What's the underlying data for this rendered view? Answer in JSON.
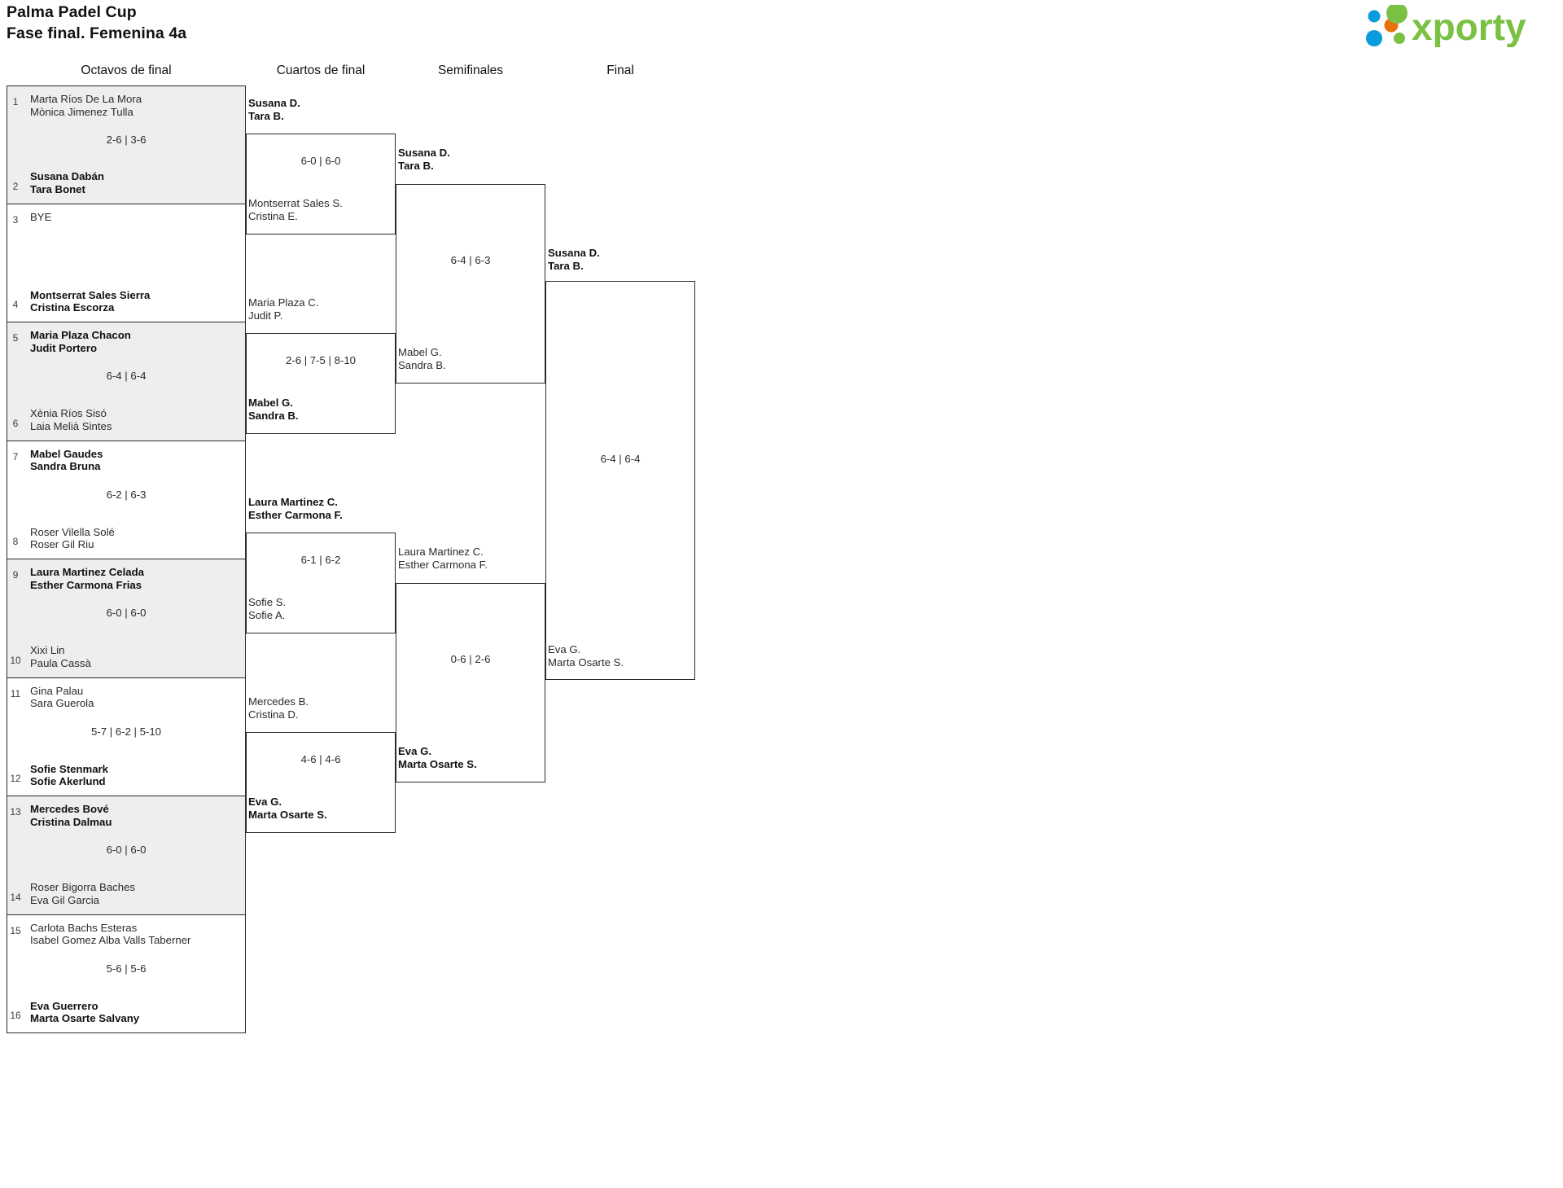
{
  "header": {
    "title_line1": "Palma Padel Cup",
    "title_line2": "Fase final. Femenina 4a",
    "logo_text": "xporty",
    "logo_colors": {
      "blue": "#0a9bdc",
      "orange": "#e8720c",
      "green_dark": "#6cb33f",
      "green_light": "#7ac143"
    }
  },
  "rounds": [
    {
      "id": "r16",
      "label": "Octavos de final"
    },
    {
      "id": "qf",
      "label": "Cuartos de final"
    },
    {
      "id": "sf",
      "label": "Semifinales"
    },
    {
      "id": "f",
      "label": "Final"
    }
  ],
  "round_of_16": [
    {
      "shaded": true,
      "top": {
        "seed": "1",
        "p1": "Marta Ríos De La Mora",
        "p2": "Mònica Jimenez Tulla",
        "winner": false
      },
      "bottom": {
        "seed": "2",
        "p1": "Susana Dabán",
        "p2": "Tara Bonet",
        "winner": true
      },
      "score": "2-6 | 3-6"
    },
    {
      "shaded": false,
      "top": {
        "seed": "3",
        "p1": "BYE",
        "p2": "",
        "winner": false,
        "is_bye": true
      },
      "bottom": {
        "seed": "4",
        "p1": "Montserrat Sales Sierra",
        "p2": "Cristina Escorza",
        "winner": true
      },
      "score": ""
    },
    {
      "shaded": true,
      "top": {
        "seed": "5",
        "p1": "Maria Plaza Chacon",
        "p2": "Judit Portero",
        "winner": true
      },
      "bottom": {
        "seed": "6",
        "p1": "Xènia Ríos Sisó",
        "p2": "Laia Melià Sintes",
        "winner": false
      },
      "score": "6-4 | 6-4"
    },
    {
      "shaded": false,
      "top": {
        "seed": "7",
        "p1": "Mabel Gaudes",
        "p2": "Sandra Bruna",
        "winner": true
      },
      "bottom": {
        "seed": "8",
        "p1": "Roser Vilella Solé",
        "p2": "Roser Gil Riu",
        "winner": false
      },
      "score": "6-2 | 6-3"
    },
    {
      "shaded": true,
      "top": {
        "seed": "9",
        "p1": "Laura Martinez Celada",
        "p2": "Esther Carmona Frias",
        "winner": true
      },
      "bottom": {
        "seed": "10",
        "p1": "Xixi Lin",
        "p2": "Paula Cassà",
        "winner": false
      },
      "score": "6-0 | 6-0"
    },
    {
      "shaded": false,
      "top": {
        "seed": "11",
        "p1": "Gina Palau",
        "p2": "Sara Guerola",
        "winner": false
      },
      "bottom": {
        "seed": "12",
        "p1": "Sofie Stenmark",
        "p2": "Sofie Akerlund",
        "winner": true
      },
      "score": "5-7 | 6-2 | 5-10"
    },
    {
      "shaded": true,
      "top": {
        "seed": "13",
        "p1": "Mercedes Bové",
        "p2": "Cristina Dalmau",
        "winner": true
      },
      "bottom": {
        "seed": "14",
        "p1": "Roser Bigorra Baches",
        "p2": "Eva Gil Garcia",
        "winner": false
      },
      "score": "6-0 | 6-0"
    },
    {
      "shaded": false,
      "top": {
        "seed": "15",
        "p1": "Carlota Bachs Esteras",
        "p2": "Isabel Gomez Alba Valls Taberner",
        "winner": false
      },
      "bottom": {
        "seed": "16",
        "p1": "Eva Guerrero",
        "p2": "Marta Osarte Salvany",
        "winner": true
      },
      "score": "5-6 | 5-6"
    }
  ],
  "quarterfinals": [
    {
      "top": {
        "p1": "Susana D.",
        "p2": "Tara B.",
        "winner": true
      },
      "bottom": {
        "p1": "Montserrat Sales S.",
        "p2": "Cristina E.",
        "winner": false
      },
      "score": "6-0 | 6-0"
    },
    {
      "top": {
        "p1": "Maria Plaza C.",
        "p2": "Judit P.",
        "winner": false
      },
      "bottom": {
        "p1": "Mabel G.",
        "p2": "Sandra B.",
        "winner": true
      },
      "score": "2-6 | 7-5 | 8-10"
    },
    {
      "top": {
        "p1": "Laura Martinez C.",
        "p2": "Esther Carmona F.",
        "winner": true
      },
      "bottom": {
        "p1": "Sofie S.",
        "p2": "Sofie A.",
        "winner": false
      },
      "score": "6-1 | 6-2"
    },
    {
      "top": {
        "p1": "Mercedes B.",
        "p2": "Cristina D.",
        "winner": false
      },
      "bottom": {
        "p1": "Eva G.",
        "p2": "Marta Osarte S.",
        "winner": true
      },
      "score": "4-6 | 4-6"
    }
  ],
  "semifinals": [
    {
      "top": {
        "p1": "Susana D.",
        "p2": "Tara B.",
        "winner": true
      },
      "bottom": {
        "p1": "Mabel G.",
        "p2": "Sandra B.",
        "winner": false
      },
      "score": "6-4 | 6-3"
    },
    {
      "top": {
        "p1": "Laura Martinez C.",
        "p2": "Esther Carmona F.",
        "winner": false
      },
      "bottom": {
        "p1": "Eva G.",
        "p2": "Marta Osarte S.",
        "winner": true
      },
      "score": "0-6 | 2-6"
    }
  ],
  "final": {
    "champion": {
      "p1": "Susana D.",
      "p2": "Tara B.",
      "winner": true
    },
    "score": "6-4 | 6-4"
  }
}
